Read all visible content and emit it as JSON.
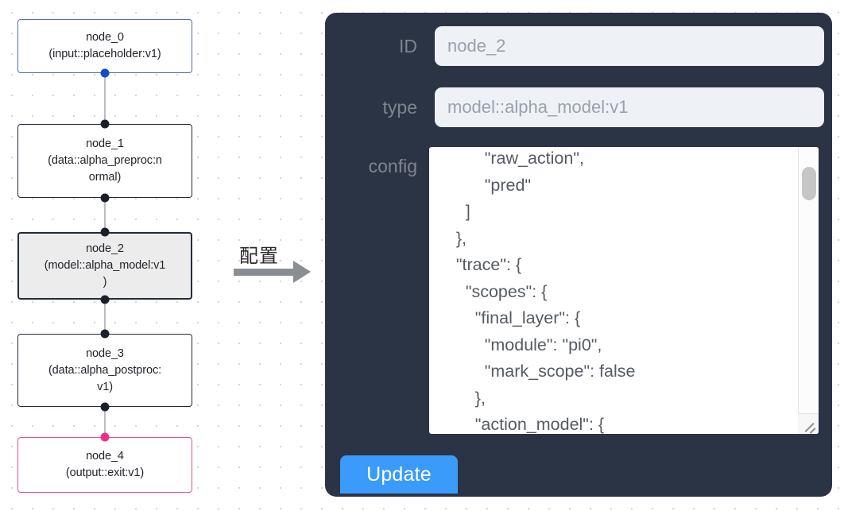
{
  "graph": {
    "nodes": [
      {
        "id": "node_0",
        "label": "node_0\n(input::placeholder:v1)",
        "kind": "input",
        "selected": false,
        "accent": "#4b6cb7"
      },
      {
        "id": "node_1",
        "label": "node_1\n(data::alpha_preproc:n\normal)",
        "kind": "data",
        "selected": false,
        "accent": "#222b3a"
      },
      {
        "id": "node_2",
        "label": "node_2\n(model::alpha_model:v1\n)",
        "kind": "model",
        "selected": true,
        "accent": "#222b3a"
      },
      {
        "id": "node_3",
        "label": "node_3\n(data::alpha_postproc:\nv1)",
        "kind": "data",
        "selected": false,
        "accent": "#222b3a"
      },
      {
        "id": "node_4",
        "label": "node_4\n(output::exit:v1)",
        "kind": "output",
        "selected": false,
        "accent": "#ef4a8f"
      }
    ],
    "edges": [
      "node_0 -> node_1",
      "node_1 -> node_2",
      "node_2 -> node_3",
      "node_3 -> node_4"
    ]
  },
  "arrow": {
    "label": "配置",
    "icon": "right-arrow-icon"
  },
  "panel": {
    "fields": [
      {
        "name": "id",
        "label": "ID",
        "value": "node_2"
      },
      {
        "name": "type",
        "label": "type",
        "value": "model::alpha_model:v1"
      }
    ],
    "config": {
      "label": "config",
      "value": "          \"raw_action\",\n          \"pred\"\n      ]\n    },\n    \"trace\": {\n      \"scopes\": {\n        \"final_layer\": {\n          \"module\": \"pi0\",\n          \"mark_scope\": false\n        },\n        \"action_model\": {"
    },
    "update_button": {
      "label": "Update"
    },
    "colors": {
      "panel_bg": "#2b3445",
      "input_bg": "#eef1f6",
      "label_fg": "#7e8590",
      "button_bg": "#3b9bfb",
      "selected_node_bg": "#ececec",
      "input_accent": "#4b6cb7",
      "output_accent": "#ef4a8f"
    }
  }
}
